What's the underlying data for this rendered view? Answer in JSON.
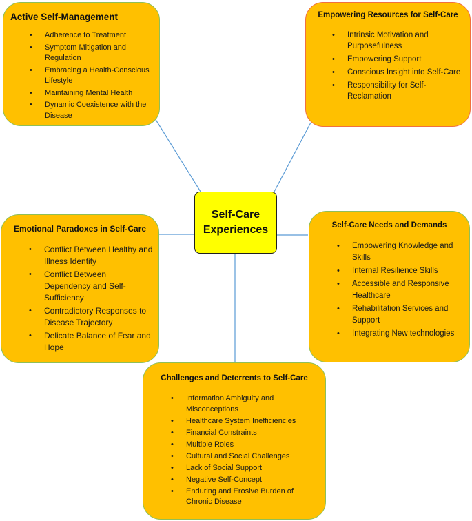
{
  "center": {
    "title_line1": "Self-Care",
    "title_line2": "Experiences"
  },
  "themes": {
    "active": {
      "title": "Active Self-Management",
      "items": [
        "Adherence to Treatment",
        "Symptom Mitigation and Regulation",
        "Embracing a Health-Conscious Lifestyle",
        "Maintaining Mental Health",
        "Dynamic Coexistence with the Disease"
      ]
    },
    "empowering": {
      "title": "Empowering Resources for Self-Care",
      "items": [
        "Intrinsic Motivation and Purposefulness",
        "Empowering Support",
        "Conscious Insight into Self-Care",
        "Responsibility for Self-Reclamation"
      ]
    },
    "emotional": {
      "title": "Emotional Paradoxes in Self-Care",
      "items": [
        "Conflict Between Healthy and Illness Identity",
        "Conflict Between Dependency and Self-Sufficiency",
        "Contradictory Responses to Disease Trajectory",
        "Delicate Balance of Fear and Hope"
      ]
    },
    "needs": {
      "title": "Self-Care Needs and Demands",
      "items": [
        "Empowering Knowledge and Skills",
        "Internal Resilience Skills",
        "Accessible and Responsive Healthcare",
        "Rehabilitation Services and Support",
        "Integrating New technologies"
      ]
    },
    "challenges": {
      "title": "Challenges and Deterrents to Self-Care",
      "items": [
        "Information Ambiguity and Misconceptions",
        "Healthcare System Inefficiencies",
        "Financial Constraints",
        "Multiple Roles",
        "Cultural and Social Challenges",
        "Lack of Social Support",
        "Negative Self-Concept",
        "Enduring and Erosive Burden of Chronic Disease"
      ]
    }
  },
  "colors": {
    "box_fill": "#ffc000",
    "center_fill": "#ffff00",
    "connector": "#5b9bd5"
  }
}
